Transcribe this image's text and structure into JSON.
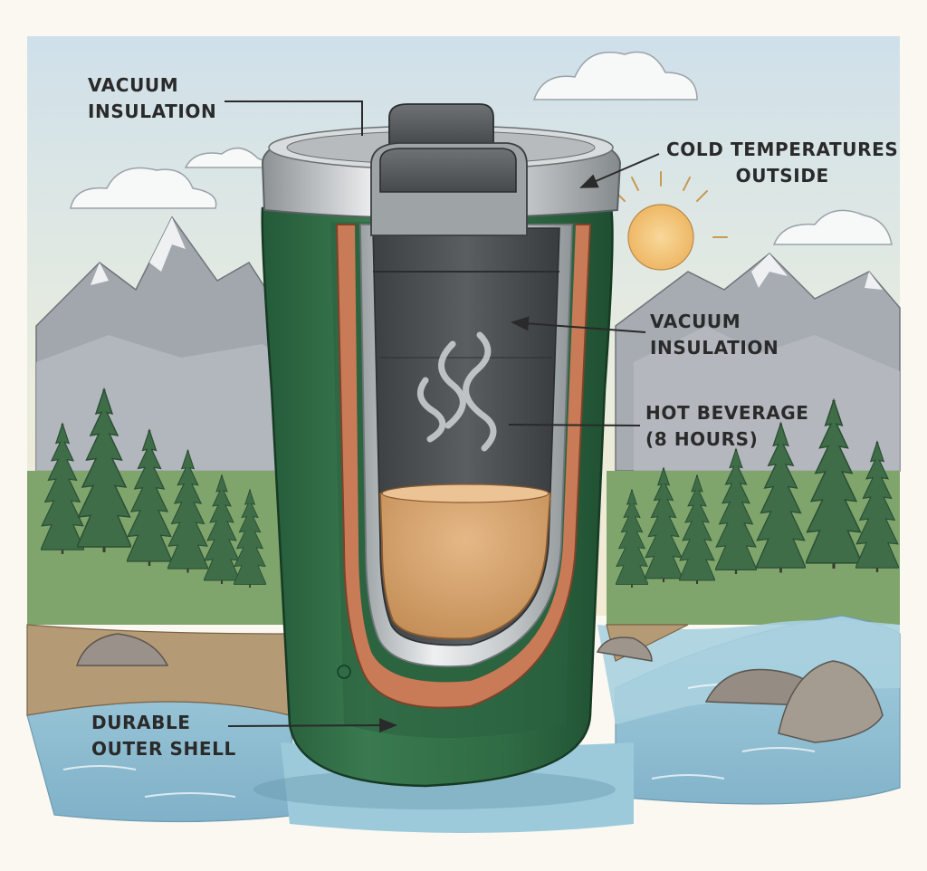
{
  "labels": {
    "vacuum_top": {
      "line1": "VACUUM",
      "line2": "INSULATION"
    },
    "cold_outside": {
      "line1": "COLD TEMPERATURES",
      "line2": "OUTSIDE"
    },
    "vacuum_mid": {
      "line1": "VACUUM",
      "line2": "INSULATION"
    },
    "hot_beverage": {
      "line1": "HOT BEVERAGE",
      "line2": "(8 HOURS)"
    },
    "outer_shell": {
      "line1": "DURABLE",
      "line2": "OUTER SHELL"
    }
  },
  "colors": {
    "shell_green": "#2f6b44",
    "copper_layer": "#c97a56",
    "steel": "#cfd3d4",
    "beverage": "#d6a672",
    "vacuum_dark": "#4b4f52",
    "river": "#9cc6d8",
    "sky": "#cfe1ea",
    "mountain": "#9fa4ab",
    "pine": "#3f6d48",
    "sun": "#f3c77a"
  },
  "icons": [
    "sun-icon",
    "cloud-icon",
    "steam-icon",
    "arrow-icon"
  ]
}
